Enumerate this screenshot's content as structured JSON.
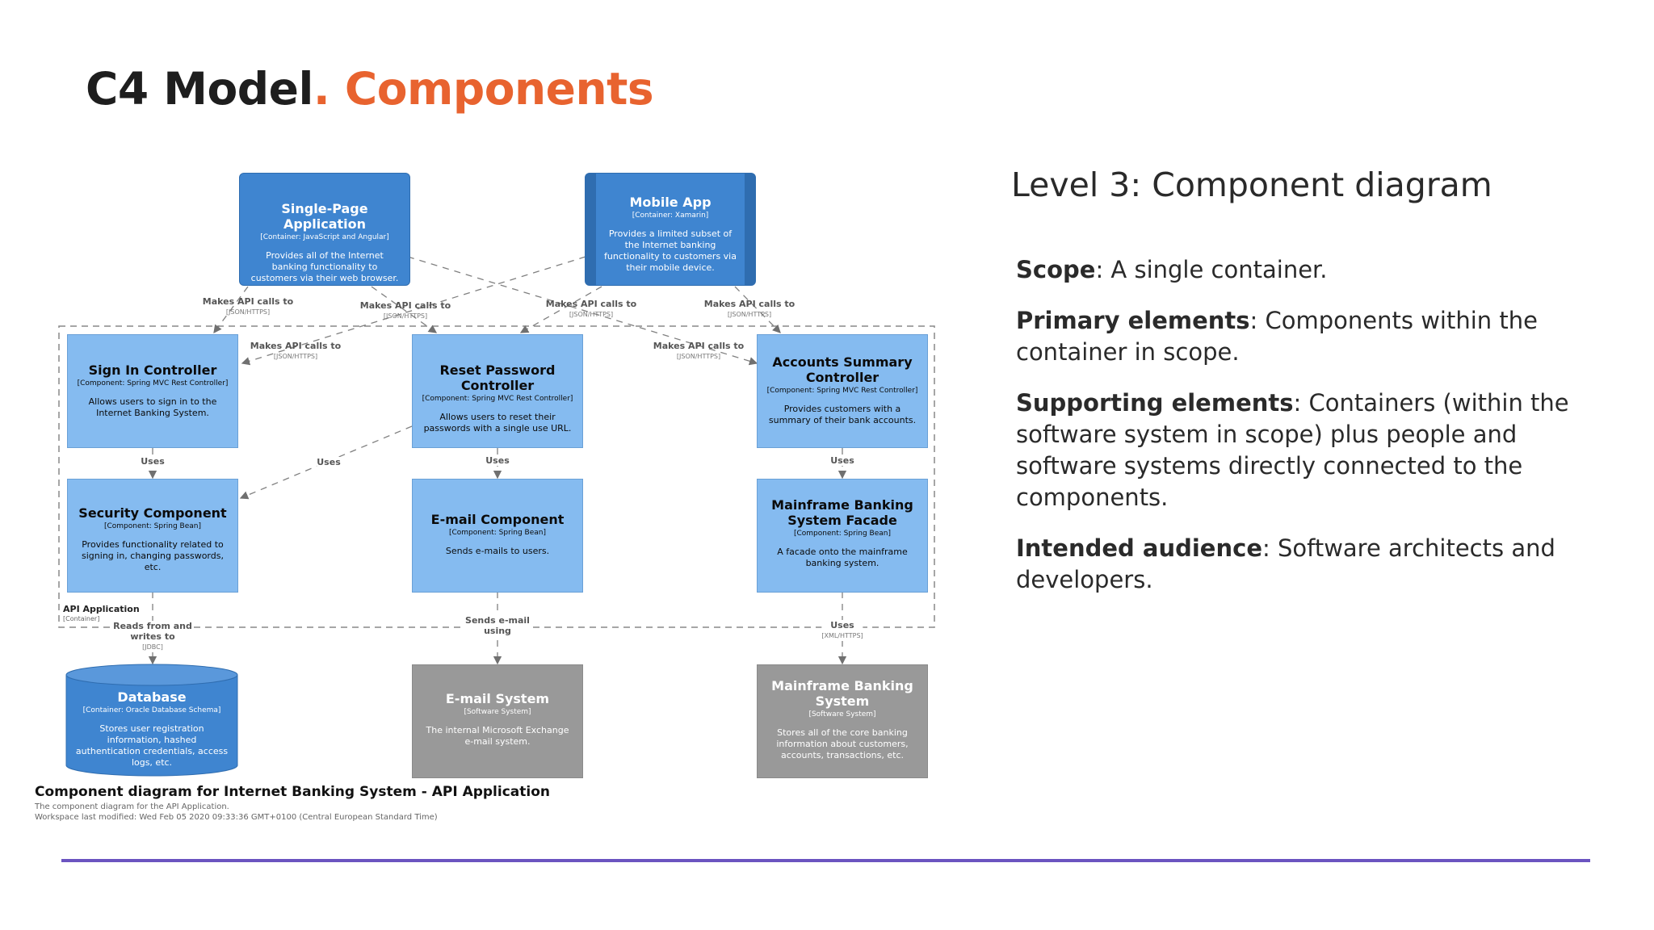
{
  "slide": {
    "title_part1": "C4 Model",
    "title_part2": ". Components",
    "accent_color": "#e8632f",
    "level_title": "Level 3: Component diagram",
    "paragraphs": [
      {
        "term": "Scope",
        "text": ": A single container."
      },
      {
        "term": "Primary elements",
        "text": ": Components within the container in scope."
      },
      {
        "term": "Supporting elements",
        "text": ": Containers (within the software system in scope) plus people and software systems directly connected to the components."
      },
      {
        "term": "Intended audience",
        "text": ": Software architects and developers."
      }
    ]
  },
  "diagram": {
    "boundary": {
      "name": "API Application",
      "type": "[Container]"
    },
    "containers": {
      "spa": {
        "name": "Single-Page Application",
        "type": "[Container: JavaScript and Angular]",
        "desc": "Provides all of the Internet banking functionality to customers via their web browser."
      },
      "mobile": {
        "name": "Mobile App",
        "type": "[Container: Xamarin]",
        "desc": "Provides a limited subset of the Internet banking functionality to customers via their mobile device."
      }
    },
    "components": {
      "signin": {
        "name": "Sign In Controller",
        "type": "[Component: Spring MVC Rest Controller]",
        "desc": "Allows users to sign in to the Internet Banking System."
      },
      "reset": {
        "name": "Reset Password Controller",
        "type": "[Component: Spring MVC Rest Controller]",
        "desc": "Allows users to reset their passwords with a single use URL."
      },
      "accounts": {
        "name": "Accounts Summary Controller",
        "type": "[Component: Spring MVC Rest Controller]",
        "desc": "Provides customers with a summary of their bank accounts."
      },
      "security": {
        "name": "Security Component",
        "type": "[Component: Spring Bean]",
        "desc": "Provides functionality related to signing in, changing passwords, etc."
      },
      "email": {
        "name": "E-mail Component",
        "type": "[Component: Spring Bean]",
        "desc": "Sends e-mails to users."
      },
      "facade": {
        "name": "Mainframe Banking System Facade",
        "type": "[Component: Spring Bean]",
        "desc": "A facade onto the mainframe banking system."
      }
    },
    "externals": {
      "database": {
        "name": "Database",
        "type": "[Container: Oracle Database Schema]",
        "desc": "Stores user registration information, hashed authentication credentials, access logs, etc."
      },
      "email_system": {
        "name": "E-mail System",
        "type": "[Software System]",
        "desc": "The internal Microsoft Exchange e-mail system."
      },
      "mainframe": {
        "name": "Mainframe Banking System",
        "type": "[Software System]",
        "desc": "Stores all of the core banking information about customers, accounts, transactions, etc."
      }
    },
    "relations": {
      "spa_signin": {
        "label": "Makes API calls to",
        "tech": "[JSON/HTTPS]"
      },
      "mobile_signin": {
        "label": "Makes API calls to",
        "tech": "[JSON/HTTPS]"
      },
      "spa_reset": {
        "label": "Makes API calls to",
        "tech": "[JSON/HTTPS]"
      },
      "mobile_reset": {
        "label": "Makes API calls to",
        "tech": "[JSON/HTTPS]"
      },
      "spa_accounts": {
        "label": "Makes API calls to",
        "tech": "[JSON/HTTPS]"
      },
      "mobile_accounts": {
        "label": "Makes API calls to",
        "tech": "[JSON/HTTPS]"
      },
      "signin_security": {
        "label": "Uses"
      },
      "reset_security": {
        "label": "Uses"
      },
      "reset_email": {
        "label": "Uses"
      },
      "accounts_facade": {
        "label": "Uses"
      },
      "security_db": {
        "label": "Reads from and writes to",
        "tech": "[JDBC]"
      },
      "email_emailsys": {
        "label": "Sends e-mail using"
      },
      "facade_mainframe": {
        "label": "Uses",
        "tech": "[XML/HTTPS]"
      }
    },
    "caption": {
      "title": "Component diagram for Internet Banking System - API Application",
      "line1": "The component diagram for the API Application.",
      "line2": "Workspace last modified: Wed Feb 05 2020 09:33:36 GMT+0100 (Central European Standard Time)"
    }
  }
}
